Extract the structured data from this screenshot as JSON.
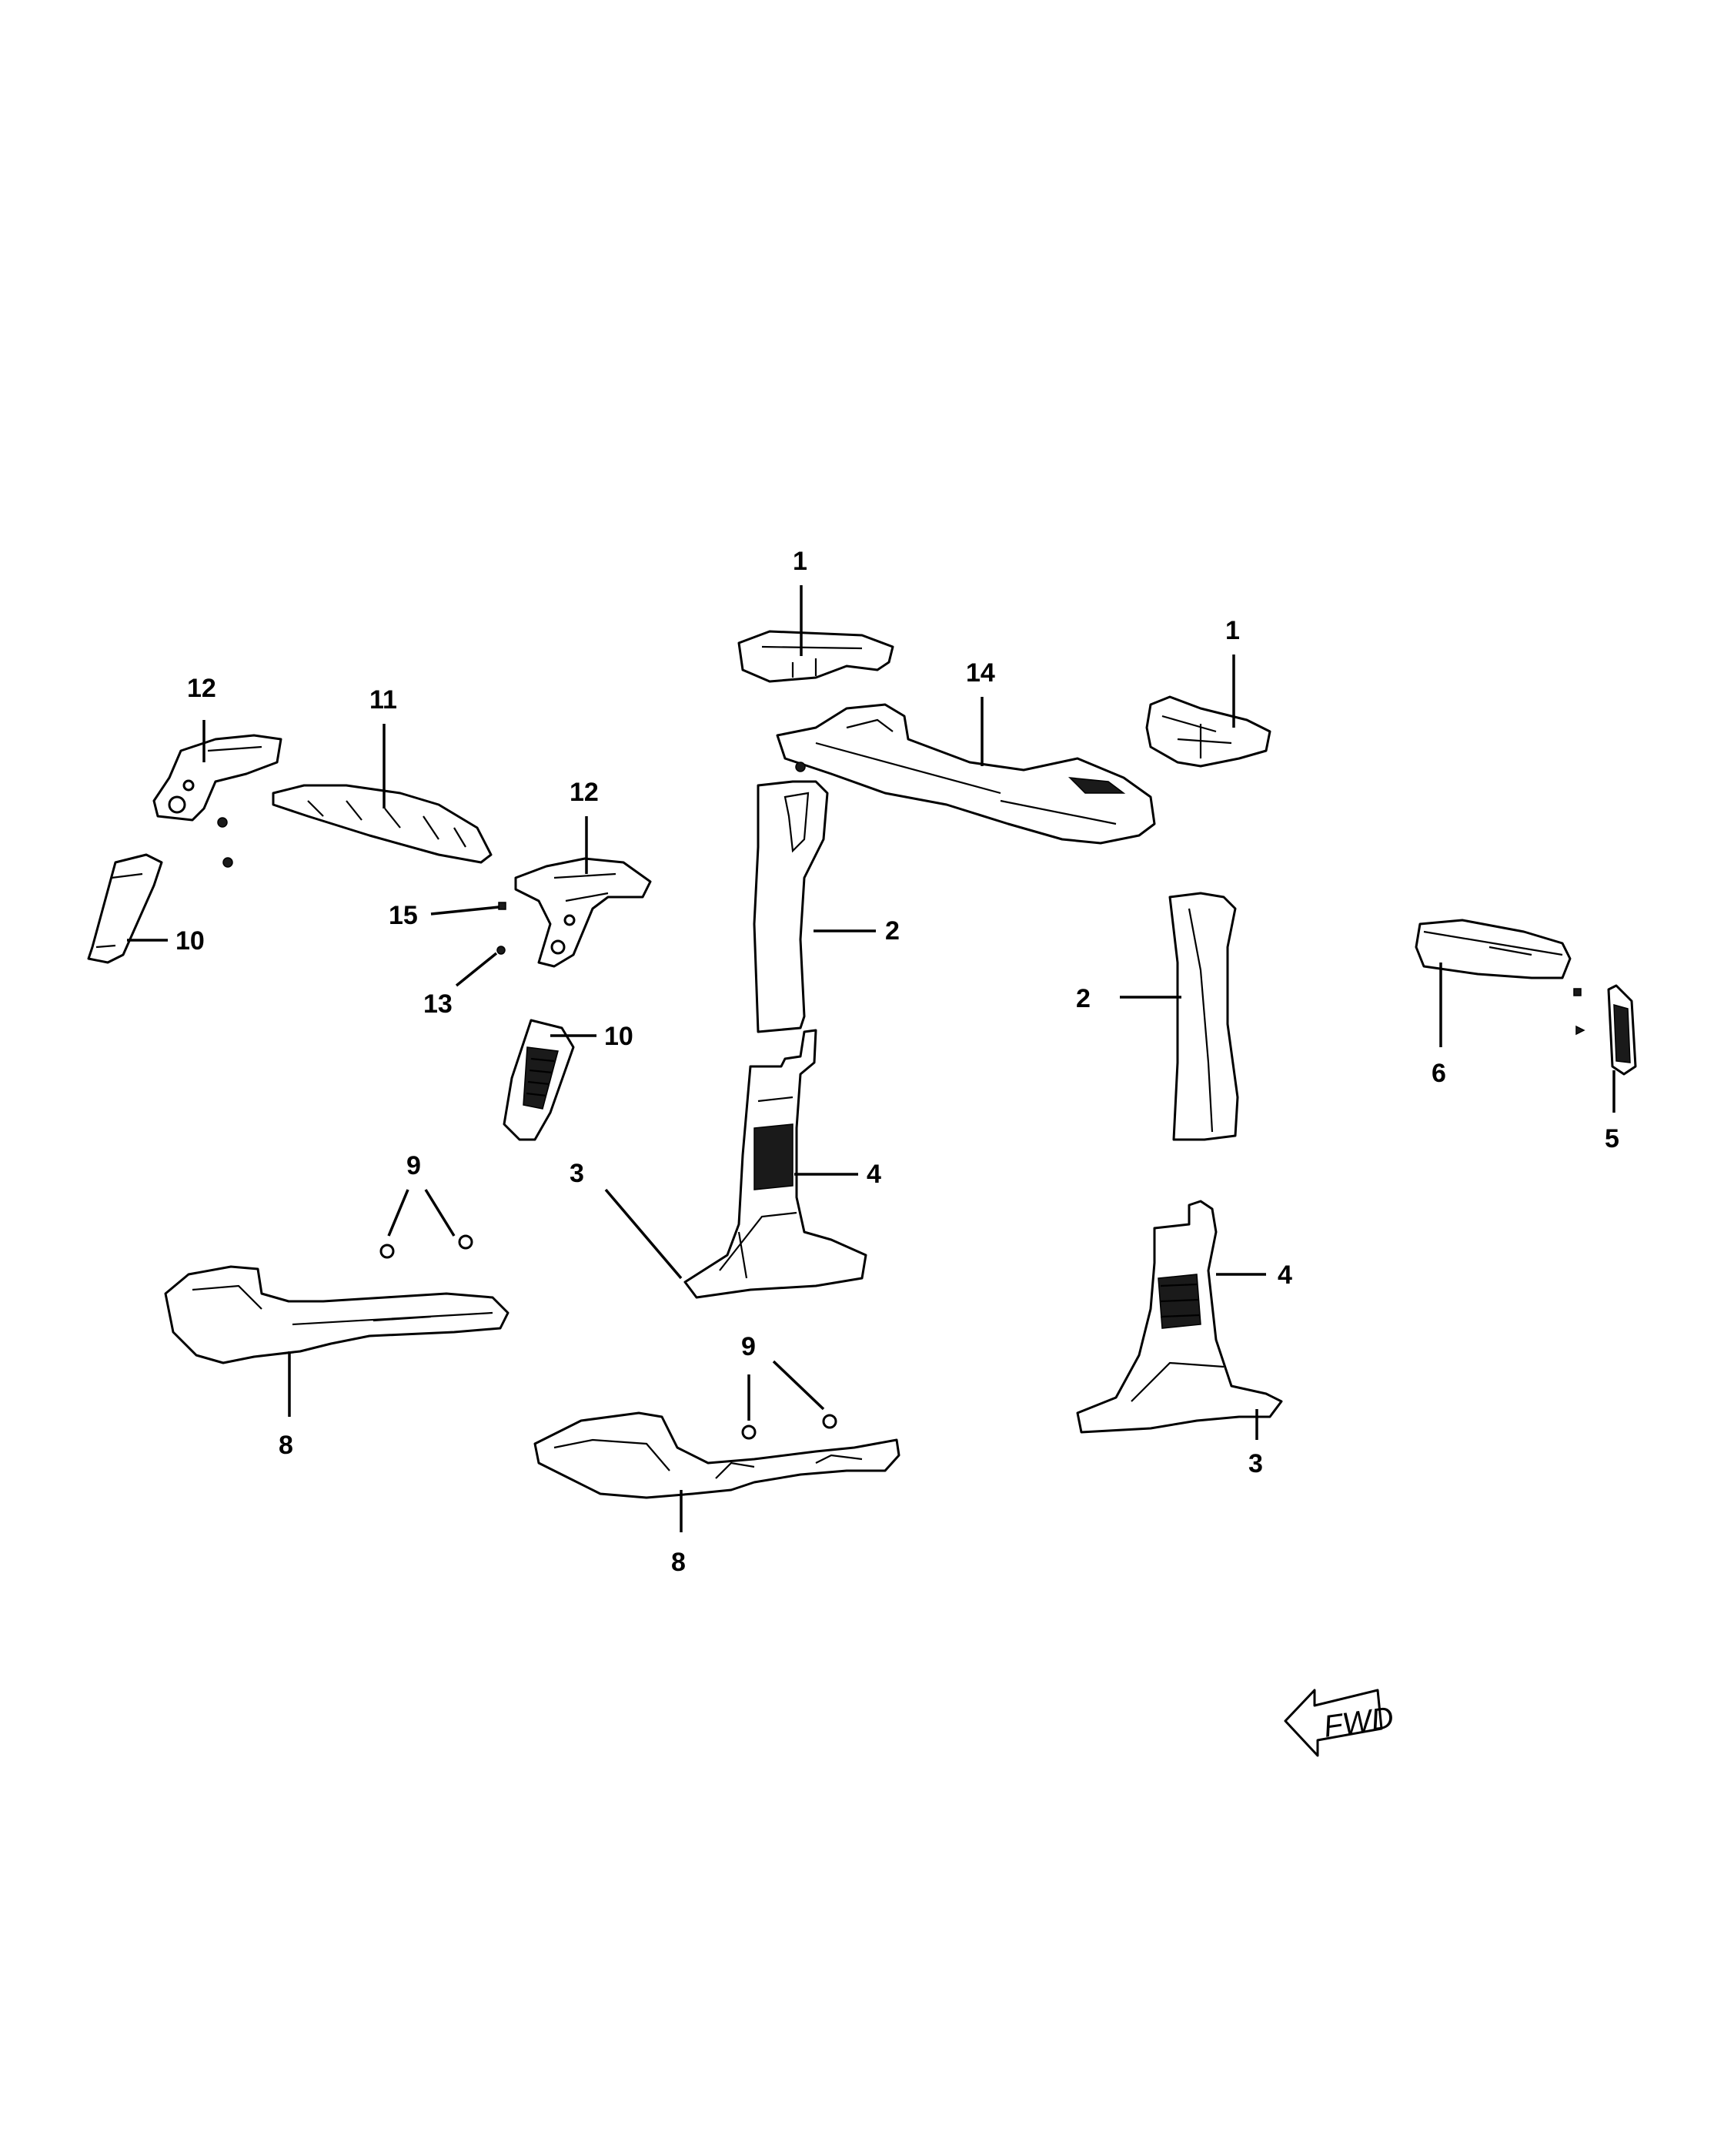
{
  "callouts": {
    "c1a": "1",
    "c1b": "1",
    "c2a": "2",
    "c2b": "2",
    "c3a": "3",
    "c3b": "3",
    "c4a": "4",
    "c4b": "4",
    "c5": "5",
    "c6": "6",
    "c8a": "8",
    "c8b": "8",
    "c9a": "9",
    "c9b": "9",
    "c10a": "10",
    "c10b": "10",
    "c11": "11",
    "c12a": "12",
    "c12b": "12",
    "c13": "13",
    "c14": "14",
    "c15": "15"
  },
  "fwd_label": "FWD"
}
